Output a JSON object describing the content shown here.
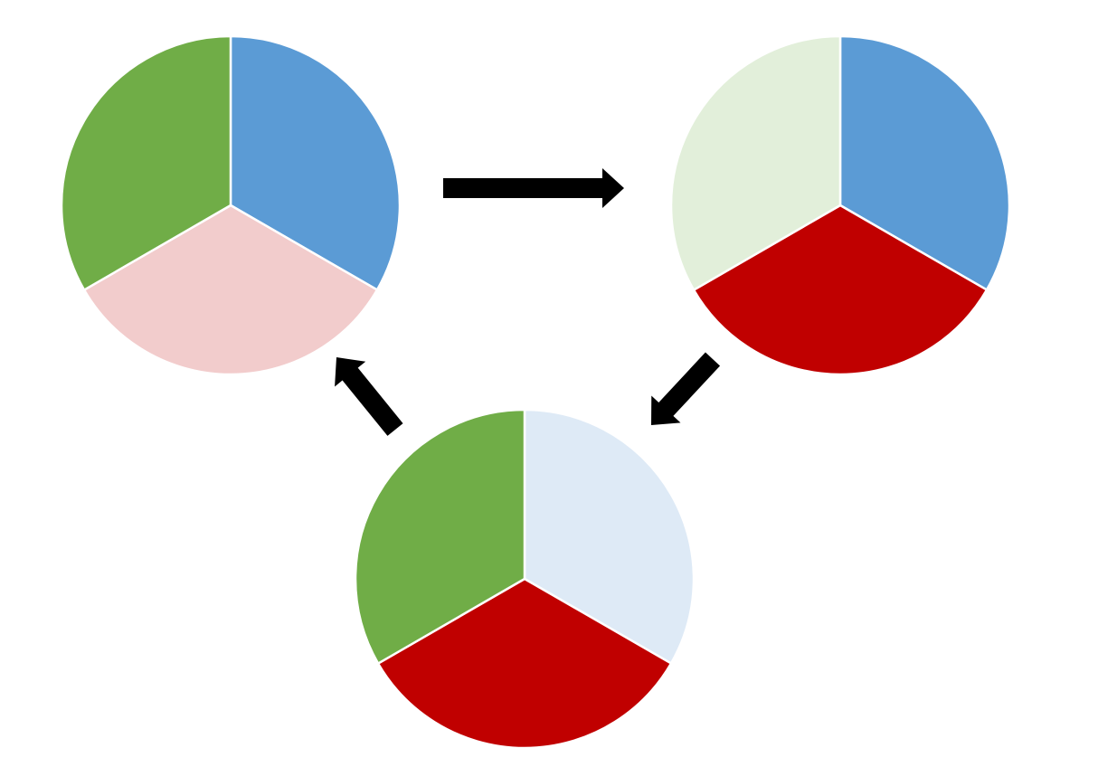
{
  "diagram": {
    "kind": "cycle of three pies, each split into three equal slices",
    "pies": [
      {
        "id": "pie-top-left",
        "slices": [
          {
            "name": "blue",
            "fraction": 0.3333,
            "color": "#5B9BD5",
            "state": "active"
          },
          {
            "name": "red",
            "fraction": 0.3333,
            "color": "#F2CCCC",
            "state": "faded"
          },
          {
            "name": "green",
            "fraction": 0.3334,
            "color": "#70AD47",
            "state": "active"
          }
        ]
      },
      {
        "id": "pie-top-right",
        "slices": [
          {
            "name": "blue",
            "fraction": 0.3333,
            "color": "#5B9BD5",
            "state": "active"
          },
          {
            "name": "red",
            "fraction": 0.3333,
            "color": "#C00000",
            "state": "active"
          },
          {
            "name": "green",
            "fraction": 0.3334,
            "color": "#E2EFDA",
            "state": "faded"
          }
        ]
      },
      {
        "id": "pie-bottom",
        "slices": [
          {
            "name": "blue",
            "fraction": 0.3333,
            "color": "#DEEAF6",
            "state": "faded"
          },
          {
            "name": "red",
            "fraction": 0.3333,
            "color": "#C00000",
            "state": "active"
          },
          {
            "name": "green",
            "fraction": 0.3334,
            "color": "#70AD47",
            "state": "active"
          }
        ]
      }
    ],
    "arrows": [
      {
        "id": "arrow-top-left-to-top-right",
        "from": "pie-top-left",
        "to": "pie-top-right",
        "color": "#000000"
      },
      {
        "id": "arrow-top-right-to-bottom",
        "from": "pie-top-right",
        "to": "pie-bottom",
        "color": "#000000"
      },
      {
        "id": "arrow-bottom-to-top-left",
        "from": "pie-bottom",
        "to": "pie-top-left",
        "color": "#000000"
      }
    ]
  }
}
